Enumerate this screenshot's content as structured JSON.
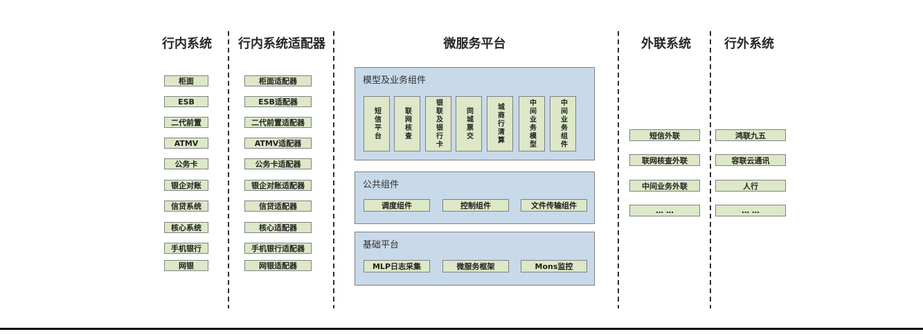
{
  "columns": {
    "inbank": {
      "title": "行内系统",
      "items": [
        "柜面",
        "ESB",
        "二代前置",
        "ATMV",
        "公务卡",
        "银企对账",
        "信贷系统",
        "核心系统",
        "手机银行",
        "网银"
      ]
    },
    "adapters": {
      "title": "行内系统适配器",
      "items": [
        "柜面适配器",
        "ESB适配器",
        "二代前置适配器",
        "ATMV适配器",
        "公务卡适配器",
        "银企对账适配器",
        "信贷适配器",
        "核心适配器",
        "手机银行适配器",
        "网银适配器"
      ]
    },
    "platform": {
      "title": "微服务平台",
      "sections": {
        "model": {
          "title": "模型及业务组件",
          "items": [
            "短信平台",
            "联网核查",
            "银联及银行卡",
            "同城票交",
            "城商行清算",
            "中间业务模型",
            "中间业务组件"
          ]
        },
        "common": {
          "title": "公共组件",
          "items": [
            "调度组件",
            "控制组件",
            "文件传输组件"
          ]
        },
        "base": {
          "title": "基础平台",
          "items": [
            "MLP日志采集",
            "微服务框架",
            "Mons监控"
          ]
        }
      }
    },
    "external_link": {
      "title": "外联系统",
      "items": [
        "短信外联",
        "联网核查外联",
        "中间业务外联",
        "… …"
      ]
    },
    "outbank": {
      "title": "行外系统",
      "items": [
        "鸿联九五",
        "容联云通讯",
        "人行",
        "… …"
      ]
    }
  },
  "colors": {
    "green_box_fill": "#dce8c8",
    "green_box_border": "#7f7f7f",
    "blue_panel_fill": "#c8d9ea",
    "blue_panel_border": "#7f7f7f",
    "divider": "#2e2e2e",
    "text": "#262626",
    "bottom_rule": "#000000"
  }
}
